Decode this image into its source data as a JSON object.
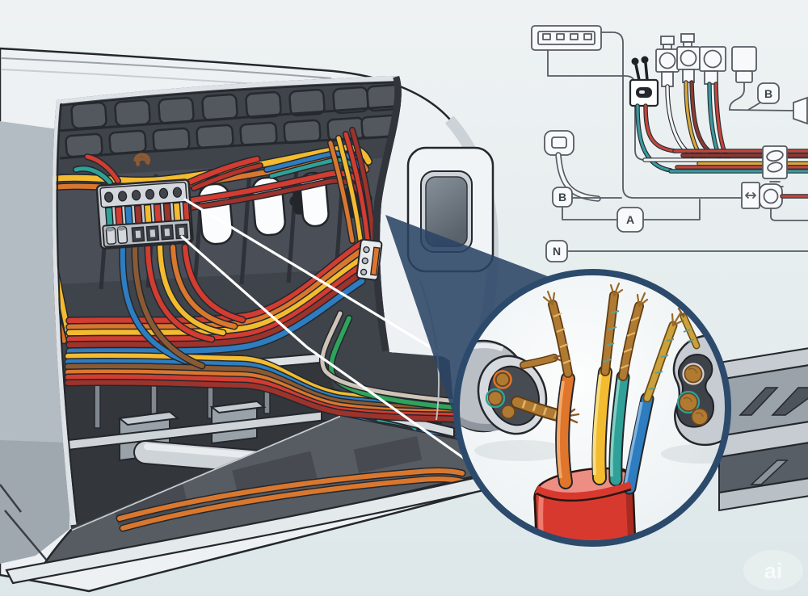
{
  "schematic": {
    "labels": {
      "b_left": "B",
      "a": "A",
      "n": "N",
      "b_right": "B"
    }
  },
  "watermark": {
    "label": "ai"
  },
  "colors": {
    "background": "#e7edee",
    "outline": "#24272c",
    "magnifier_border": "#2c4a6c",
    "beam": "#2a4464",
    "cable_jacket": "#d8392f",
    "cable_core_face": "#ee8d82",
    "wire_orange": "#e0752c",
    "wire_yellow": "#f2bb30",
    "wire_teal": "#2fa198",
    "wire_blue": "#2e7dc0",
    "wire_red": "#d23c31",
    "wire_dark_red": "#9c332c",
    "wire_green": "#2fa35c",
    "wire_brown": "#8a5a35",
    "copper": "#b07a33",
    "hull_light": "#eef1f3",
    "hull_gray": "#b4bcc3",
    "interior_dark": "#3f434a"
  }
}
